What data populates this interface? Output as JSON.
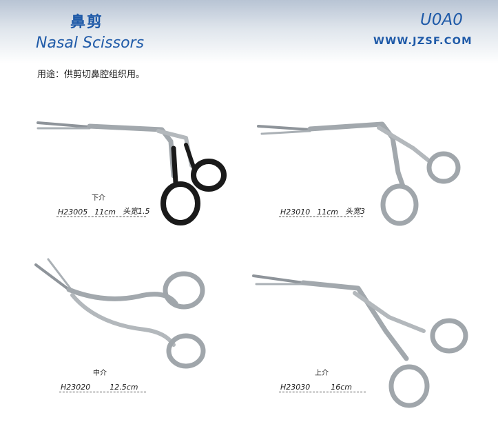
{
  "header": {
    "title_cn": "鼻剪",
    "title_en": "Nasal Scissors",
    "code": "U0A0",
    "website": "WWW.JZSF.COM"
  },
  "usage": "用途：供剪切鼻腔组织用。",
  "products": [
    {
      "variant": "下介",
      "model": "H23005",
      "length": "11cm",
      "extra": "头宽1.5",
      "handle_color": "black"
    },
    {
      "variant": "",
      "model": "H23010",
      "length": "11cm",
      "extra": "头宽3",
      "handle_color": "silver"
    },
    {
      "variant": "中介",
      "model": "H23020",
      "length": "12.5cm",
      "extra": "",
      "handle_color": "silver"
    },
    {
      "variant": "上介",
      "model": "H23030",
      "length": "16cm",
      "extra": "",
      "handle_color": "silver"
    }
  ],
  "colors": {
    "brand_blue": "#1f5aa8",
    "steel": "#9aa0a6",
    "black_coat": "#1a1a1a"
  }
}
